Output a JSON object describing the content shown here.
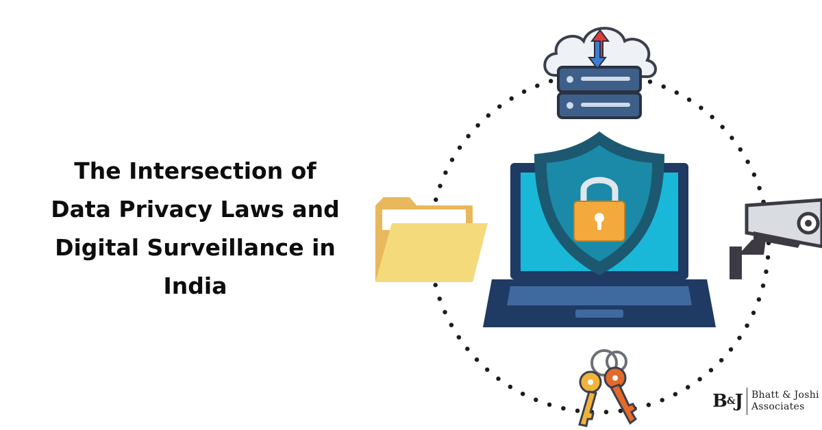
{
  "title": {
    "lines": [
      "The Intersection of",
      "Data Privacy Laws and",
      "Digital Surveillance in",
      "India"
    ]
  },
  "logo": {
    "mark_b": "B",
    "mark_amp": "&",
    "mark_j": "J",
    "line1": "Bhatt & Joshi",
    "line2": "Associates"
  },
  "icons": {
    "center": "laptop-shield-lock-icon",
    "top": "cloud-server-icon",
    "left": "folder-icon",
    "right": "cctv-camera-icon",
    "bottom": "keys-icon"
  },
  "colors": {
    "laptop_frame": "#1f3a63",
    "laptop_screen": "#1ab8d8",
    "shield_outer": "#1c5970",
    "shield_inner": "#1a8aa8",
    "lock_body": "#f3a93b",
    "folder": "#f4da7a",
    "camera": "#3d3a44",
    "key_gold": "#f0b43a",
    "key_orange": "#e56a2a",
    "dots": "#1c1c1c"
  }
}
